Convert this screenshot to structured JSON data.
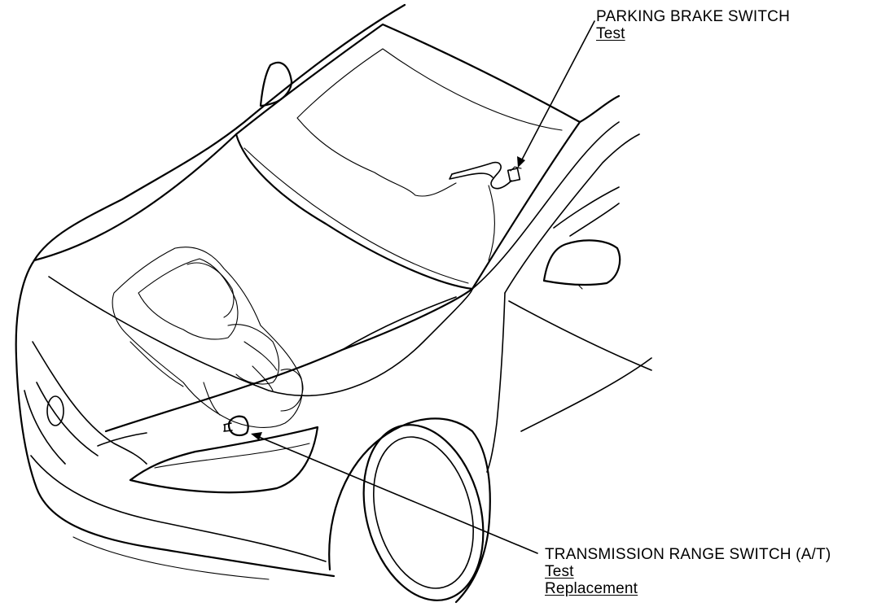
{
  "callouts": {
    "parking_brake": {
      "title": "PARKING BRAKE SWITCH",
      "links": [
        "Test"
      ]
    },
    "transmission_range": {
      "title": "TRANSMISSION RANGE SWITCH (A/T)",
      "links": [
        "Test",
        "Replacement"
      ]
    }
  },
  "colors": {
    "line": "#000000",
    "background": "#ffffff"
  }
}
